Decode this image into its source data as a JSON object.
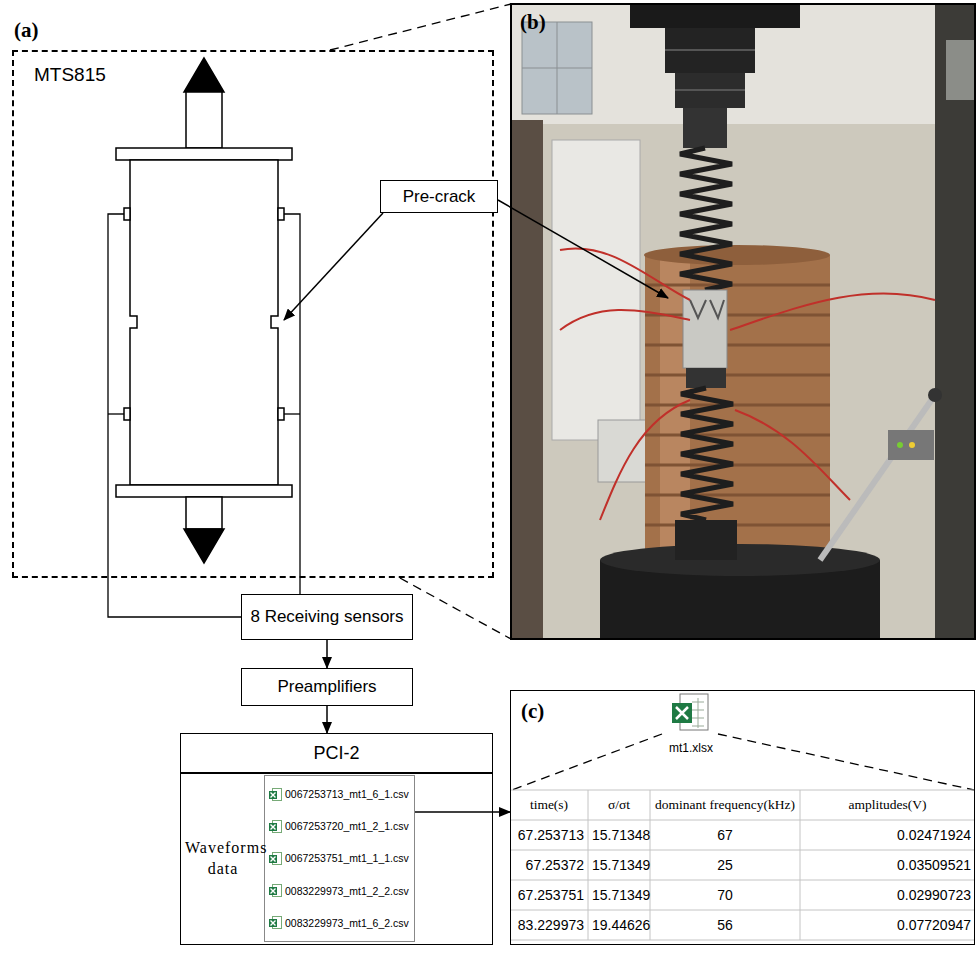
{
  "diagram": {
    "nodes": [
      {
        "text": [
          "MTS815"
        ]
      },
      {
        "text": [
          "Pre-crack"
        ]
      },
      {
        "text": [
          "8 Receiving sensors"
        ]
      },
      {
        "text": [
          "Preamplifiers"
        ]
      },
      {
        "text": [
          "PCI-2"
        ]
      },
      {
        "text": [
          "Waveforms data"
        ]
      },
      {
        "text": [
          "0067253713_mt1_6_1.csv",
          "0067253720_mt1_2_1.csv",
          "0067253751_mt1_1_1.csv",
          "0083229973_mt1_2_2.csv",
          "0083229973_mt1_6_2.csv"
        ],
        "in": 5
      },
      {
        "text": [
          "(c)",
          "mt1.xlsx"
        ]
      }
    ],
    "edges": [
      {
        "from": 2,
        "to": 3,
        "arrow": "to"
      },
      {
        "from": 3,
        "to": 4,
        "arrow": "to"
      },
      {
        "from": 6,
        "to": 7,
        "arrow": "to"
      }
    ],
    "labels": [
      "(a)",
      "(b)",
      "time(s)",
      "σ/σt",
      "dominant frequency(kHz)",
      "amplitudes(V)",
      "67.253713",
      "15.71348",
      "67",
      "0.02471924",
      "67.25372",
      "15.71349",
      "25",
      "0.03509521",
      "67.253751",
      "15.71349",
      "70",
      "0.02990723",
      "83.229973",
      "19.44626",
      "56",
      "0.07720947"
    ]
  }
}
